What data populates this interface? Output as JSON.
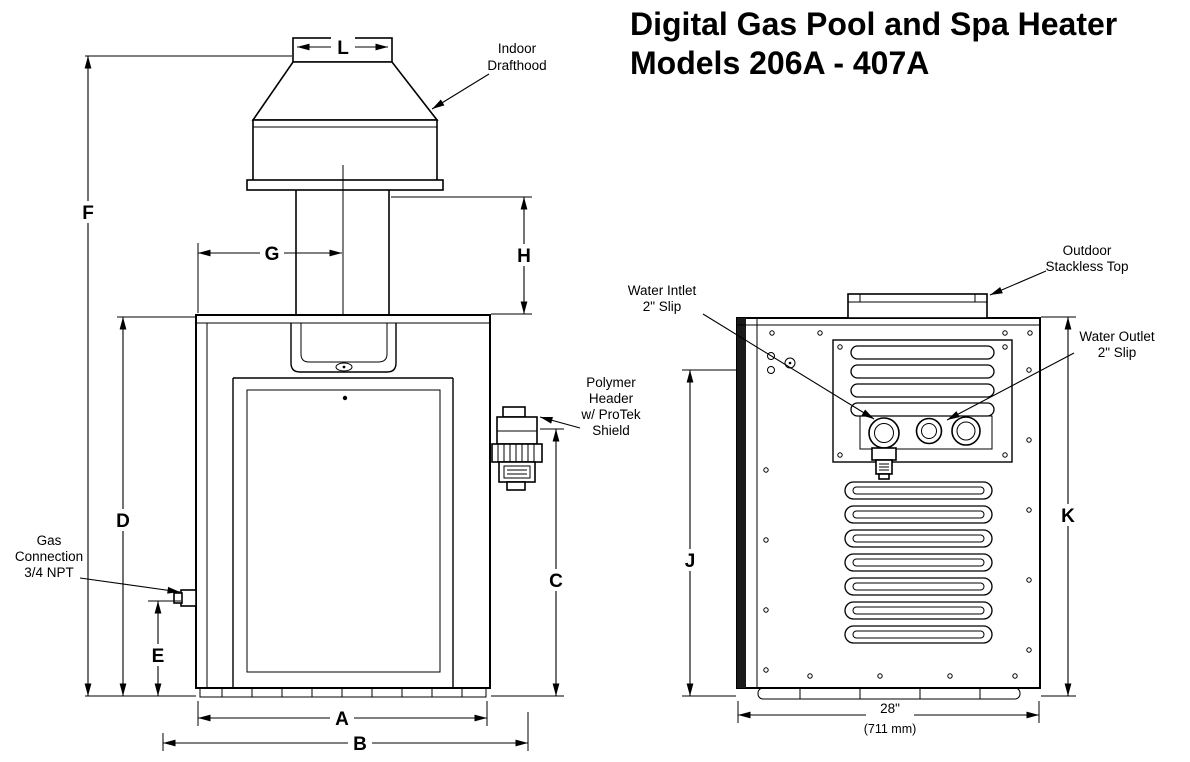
{
  "title": {
    "line1": "Digital Gas Pool and Spa Heater",
    "line2": "Models 206A - 407A"
  },
  "dim_labels": {
    "A": "A",
    "B": "B",
    "C": "C",
    "D": "D",
    "E": "E",
    "F": "F",
    "G": "G",
    "H": "H",
    "J": "J",
    "K": "K",
    "L": "L"
  },
  "base_width": {
    "inches": "28\"",
    "millimeters": "(711 mm)"
  },
  "callouts": {
    "indoor_drafthood": [
      "Indoor",
      "Drafthood"
    ],
    "gas_connection": [
      "Gas",
      "Connection",
      "3/4 NPT"
    ],
    "polymer_header": [
      "Polymer",
      "Header",
      "w/ ProTek",
      "Shield"
    ],
    "water_inlet": [
      "Water Intlet",
      "2\" Slip"
    ],
    "water_outlet": [
      "Water Outlet",
      "2\" Slip"
    ],
    "outdoor_stackless_top": [
      "Outdoor",
      "Stackless Top"
    ]
  }
}
